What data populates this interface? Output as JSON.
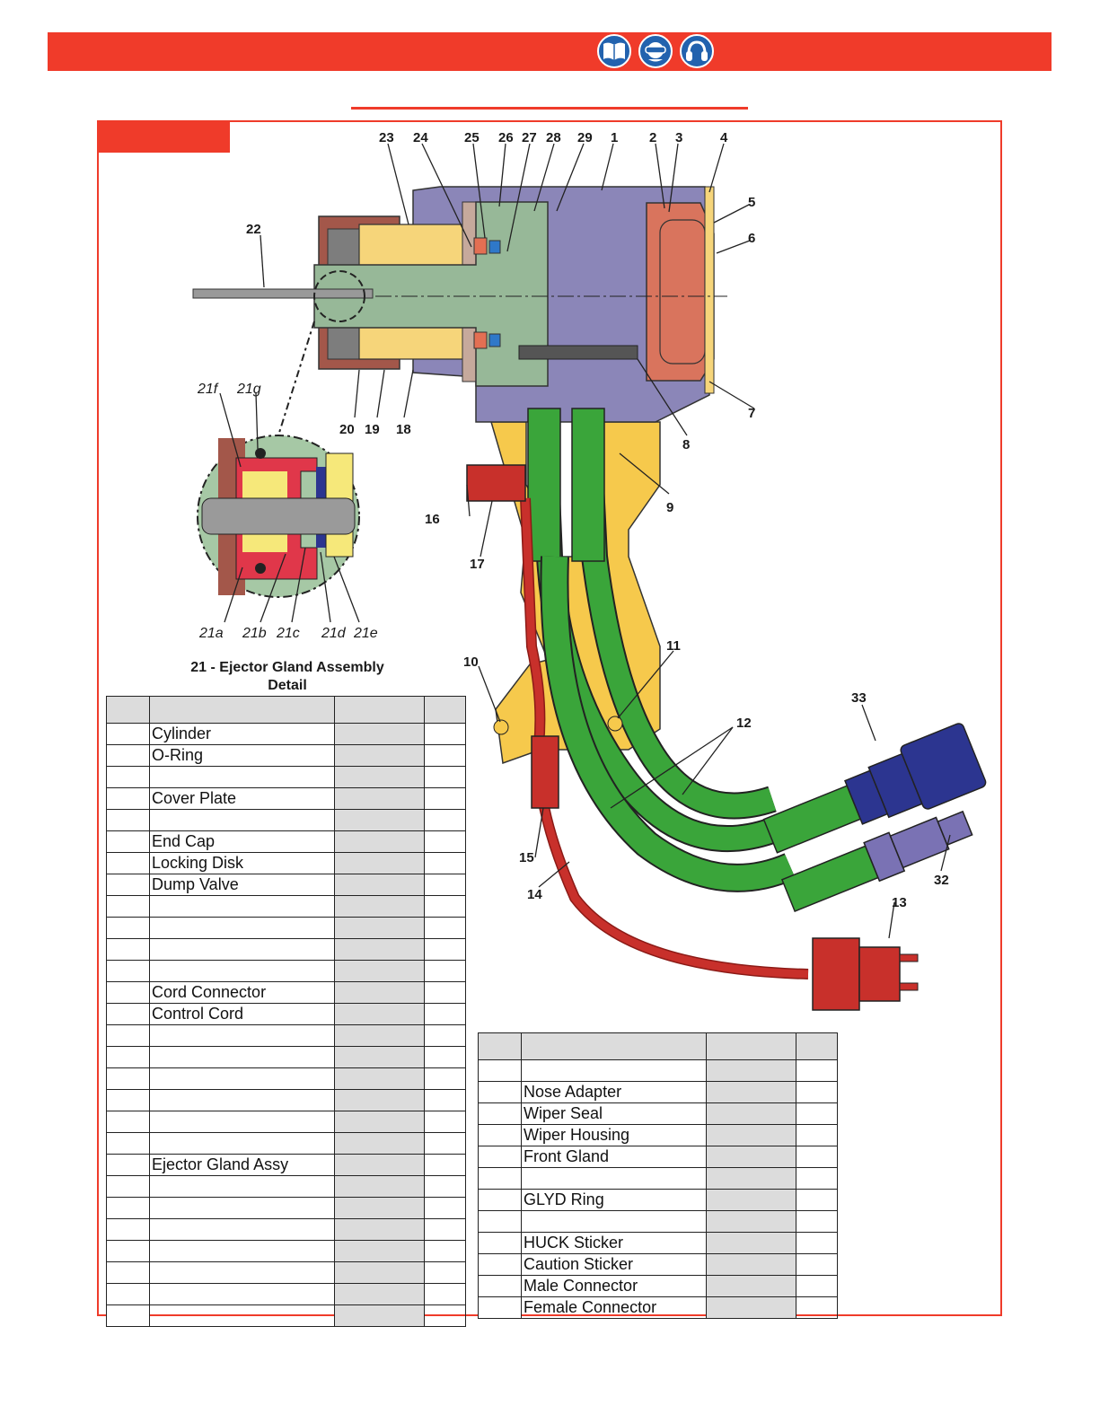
{
  "header": {
    "icons": [
      "read-manual-icon",
      "eye-protection-icon",
      "ear-protection-icon"
    ],
    "colors": {
      "banner": "#f03b2a",
      "icon_bg": "#2262ae"
    }
  },
  "callouts": {
    "c1": "1",
    "c2": "2",
    "c3": "3",
    "c4": "4",
    "c5": "5",
    "c6": "6",
    "c7": "7",
    "c8": "8",
    "c9": "9",
    "c10": "10",
    "c11": "11",
    "c12": "12",
    "c13": "13",
    "c14": "14",
    "c15": "15",
    "c16": "16",
    "c17": "17",
    "c18": "18",
    "c19": "19",
    "c20": "20",
    "c22": "22",
    "c23": "23",
    "c24": "24",
    "c25": "25",
    "c26": "26",
    "c27": "27",
    "c28": "28",
    "c29": "29",
    "c32": "32",
    "c33": "33",
    "c21a": "21a",
    "c21b": "21b",
    "c21c": "21c",
    "c21d": "21d",
    "c21e": "21e",
    "c21f": "21f",
    "c21g": "21g"
  },
  "detail_caption": {
    "line1": "21 - Ejector Gland Assembly",
    "line2": "Detail"
  },
  "parts_table_a": {
    "rows": [
      {
        "desc": "Cylinder"
      },
      {
        "desc": "O-Ring"
      },
      {
        "desc": ""
      },
      {
        "desc": "Cover Plate"
      },
      {
        "desc": ""
      },
      {
        "desc": "End Cap"
      },
      {
        "desc": "Locking Disk"
      },
      {
        "desc": "Dump Valve"
      },
      {
        "desc": ""
      },
      {
        "desc": ""
      },
      {
        "desc": ""
      },
      {
        "desc": ""
      },
      {
        "desc": "Cord Connector"
      },
      {
        "desc": "Control Cord"
      },
      {
        "desc": ""
      },
      {
        "desc": ""
      },
      {
        "desc": ""
      },
      {
        "desc": ""
      },
      {
        "desc": ""
      },
      {
        "desc": ""
      },
      {
        "desc": "Ejector Gland Assy"
      },
      {
        "desc": ""
      },
      {
        "desc": ""
      },
      {
        "desc": ""
      },
      {
        "desc": ""
      },
      {
        "desc": ""
      },
      {
        "desc": ""
      },
      {
        "desc": ""
      }
    ]
  },
  "parts_table_b": {
    "rows": [
      {
        "desc": ""
      },
      {
        "desc": "Nose Adapter"
      },
      {
        "desc": "Wiper Seal"
      },
      {
        "desc": "Wiper Housing"
      },
      {
        "desc": "Front Gland"
      },
      {
        "desc": ""
      },
      {
        "desc": "GLYD Ring"
      },
      {
        "desc": ""
      },
      {
        "desc": "HUCK Sticker"
      },
      {
        "desc": "Caution Sticker"
      },
      {
        "desc": "Male Connector"
      },
      {
        "desc": "Female Connector"
      }
    ]
  },
  "colors": {
    "cylinder": "#8b86b8",
    "handle": "#f6c94c",
    "piston": "#97b898",
    "end_cap": "#d9745d",
    "hose": "#3aa53a",
    "cord": "#c8302b",
    "coupler_blue": "#2c3590",
    "coupler_purple": "#7a72b4",
    "frame": "#ef3b2a"
  }
}
